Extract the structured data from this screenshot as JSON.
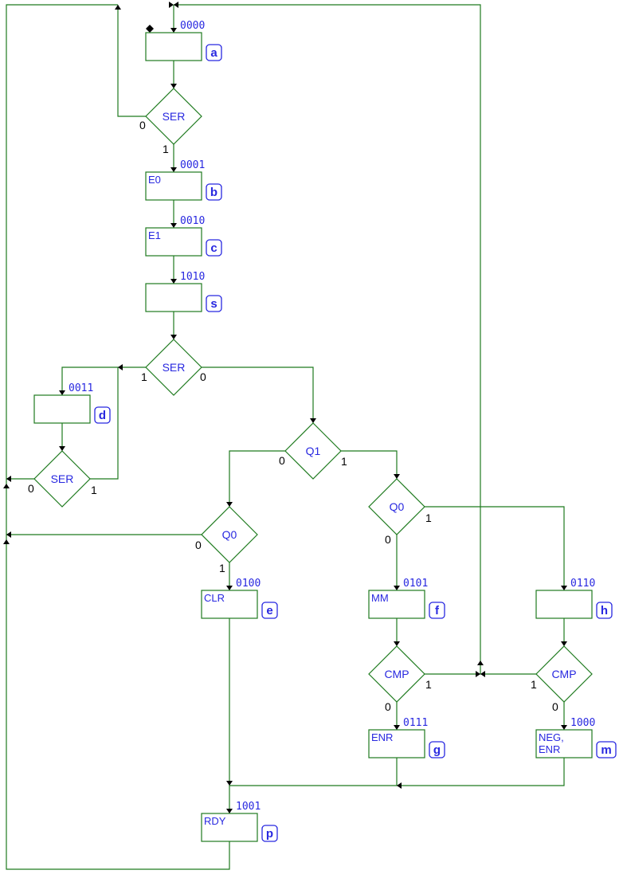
{
  "states": [
    {
      "id": "a",
      "code": "0000",
      "signals": []
    },
    {
      "id": "b",
      "code": "0001",
      "signals": [
        "E0"
      ]
    },
    {
      "id": "c",
      "code": "0010",
      "signals": [
        "E1"
      ]
    },
    {
      "id": "s",
      "code": "1010",
      "signals": []
    },
    {
      "id": "d",
      "code": "0011",
      "signals": []
    },
    {
      "id": "e",
      "code": "0100",
      "signals": [
        "CLR"
      ]
    },
    {
      "id": "f",
      "code": "0101",
      "signals": [
        "MM"
      ]
    },
    {
      "id": "h",
      "code": "0110",
      "signals": []
    },
    {
      "id": "g",
      "code": "0111",
      "signals": [
        "ENR"
      ]
    },
    {
      "id": "m",
      "code": "1000",
      "signals": [
        "NEG,",
        "ENR"
      ]
    },
    {
      "id": "p",
      "code": "1001",
      "signals": [
        "RDY"
      ]
    }
  ],
  "conditions": [
    {
      "id": "ser1",
      "label": "SER",
      "zero": "0",
      "one": "1"
    },
    {
      "id": "ser2",
      "label": "SER",
      "zero": "0",
      "one": "1"
    },
    {
      "id": "ser3",
      "label": "SER",
      "zero": "0",
      "one": "1"
    },
    {
      "id": "q1",
      "label": "Q1",
      "zero": "0",
      "one": "1"
    },
    {
      "id": "q0l",
      "label": "Q0",
      "zero": "0",
      "one": "1"
    },
    {
      "id": "q0r",
      "label": "Q0",
      "zero": "0",
      "one": "1"
    },
    {
      "id": "cmpf",
      "label": "CMP",
      "zero": "0",
      "one": "1"
    },
    {
      "id": "cmph",
      "label": "CMP",
      "zero": "0",
      "one": "1"
    }
  ],
  "colors": {
    "wire": "#1e7a1e",
    "text": "#2828e0",
    "bit": "#000000"
  }
}
